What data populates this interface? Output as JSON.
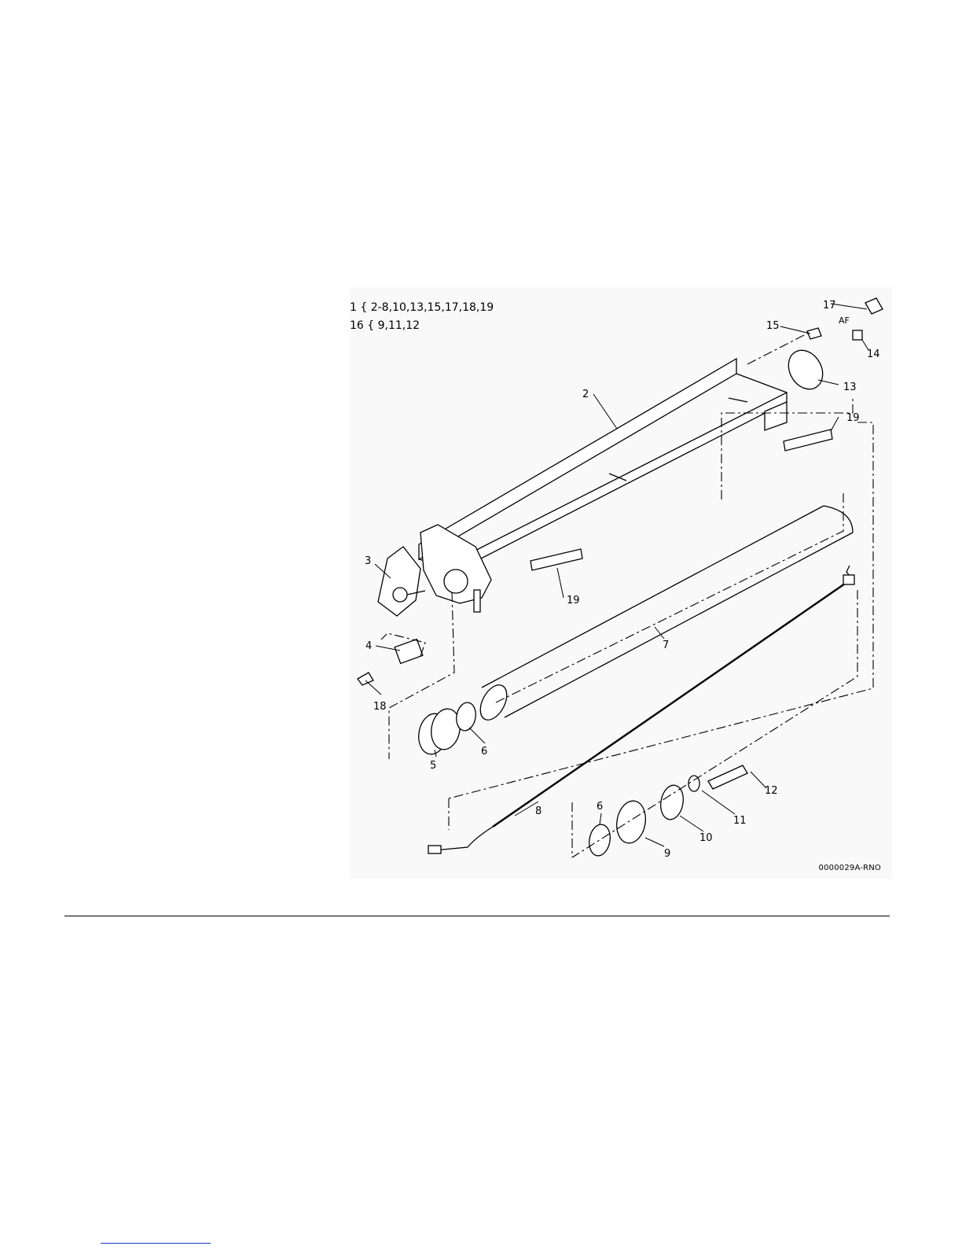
{
  "legend": {
    "line1": "1 { 2-8,10,13,15,17,18,19",
    "line2": "16 { 9,11,12"
  },
  "callouts": [
    "2",
    "3",
    "4",
    "5",
    "6",
    "7",
    "8",
    "9",
    "6",
    "10",
    "11",
    "12",
    "13",
    "14",
    "15",
    "17",
    "18",
    "19",
    "19"
  ],
  "stamp_letters": "AF",
  "figure_id": "0000029A-RNO",
  "colors": {
    "ink": "#000000",
    "background": "#f9f9f9",
    "link": "#1a3cc8"
  }
}
